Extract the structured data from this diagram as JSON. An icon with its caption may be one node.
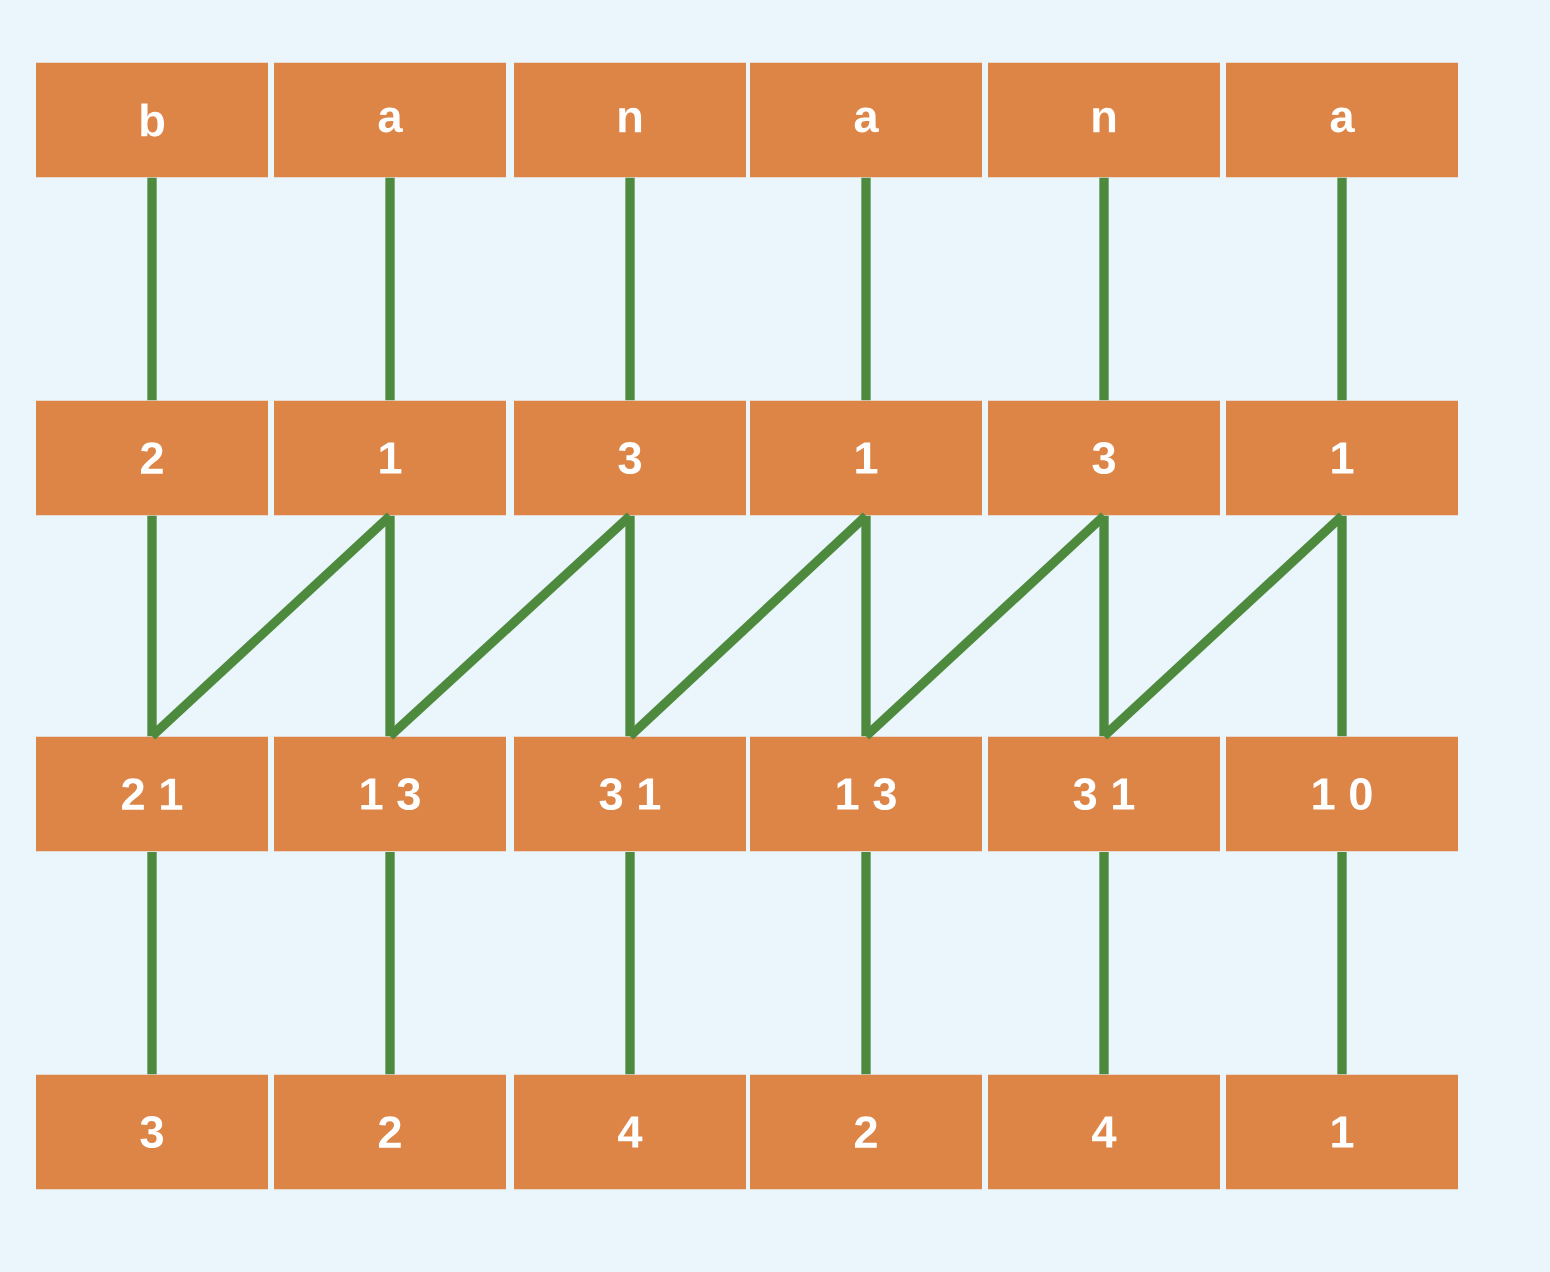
{
  "diagram": {
    "nodes": [
      {
        "text": [
          "b"
        ]
      },
      {
        "text": [
          "a"
        ]
      },
      {
        "text": [
          "n"
        ]
      },
      {
        "text": [
          "a"
        ]
      },
      {
        "text": [
          "n"
        ]
      },
      {
        "text": [
          "a"
        ]
      },
      {
        "text": [
          "2"
        ]
      },
      {
        "text": [
          "1"
        ]
      },
      {
        "text": [
          "3"
        ]
      },
      {
        "text": [
          "1"
        ]
      },
      {
        "text": [
          "3"
        ]
      },
      {
        "text": [
          "1"
        ]
      },
      {
        "text": [
          "2 1"
        ]
      },
      {
        "text": [
          "1 3"
        ]
      },
      {
        "text": [
          "3 1"
        ]
      },
      {
        "text": [
          "1 3"
        ]
      },
      {
        "text": [
          "3 1"
        ]
      },
      {
        "text": [
          "1 0"
        ]
      },
      {
        "text": [
          "3"
        ]
      },
      {
        "text": [
          "2"
        ]
      },
      {
        "text": [
          "4"
        ]
      },
      {
        "text": [
          "2"
        ]
      },
      {
        "text": [
          "4"
        ]
      },
      {
        "text": [
          "1"
        ]
      }
    ],
    "edges": [
      {
        "from": 0,
        "to": 6,
        "arrow": "none"
      },
      {
        "from": 1,
        "to": 7,
        "arrow": "none"
      },
      {
        "from": 2,
        "to": 8,
        "arrow": "none"
      },
      {
        "from": 3,
        "to": 9,
        "arrow": "none"
      },
      {
        "from": 4,
        "to": 10,
        "arrow": "none"
      },
      {
        "from": 5,
        "to": 11,
        "arrow": "none"
      },
      {
        "from": 6,
        "to": 12,
        "arrow": "none"
      },
      {
        "from": 7,
        "to": 13,
        "arrow": "none"
      },
      {
        "from": 8,
        "to": 14,
        "arrow": "none"
      },
      {
        "from": 9,
        "to": 15,
        "arrow": "none"
      },
      {
        "from": 10,
        "to": 16,
        "arrow": "none"
      },
      {
        "from": 11,
        "to": 17,
        "arrow": "none"
      },
      {
        "from": 7,
        "to": 12,
        "arrow": "none"
      },
      {
        "from": 8,
        "to": 13,
        "arrow": "none"
      },
      {
        "from": 9,
        "to": 14,
        "arrow": "none"
      },
      {
        "from": 10,
        "to": 15,
        "arrow": "none"
      },
      {
        "from": 11,
        "to": 16,
        "arrow": "none"
      },
      {
        "from": 12,
        "to": 18,
        "arrow": "none"
      },
      {
        "from": 13,
        "to": 19,
        "arrow": "none"
      },
      {
        "from": 14,
        "to": 20,
        "arrow": "none"
      },
      {
        "from": 15,
        "to": 21,
        "arrow": "none"
      },
      {
        "from": 16,
        "to": 22,
        "arrow": "none"
      },
      {
        "from": 17,
        "to": 23,
        "arrow": "none"
      }
    ]
  }
}
